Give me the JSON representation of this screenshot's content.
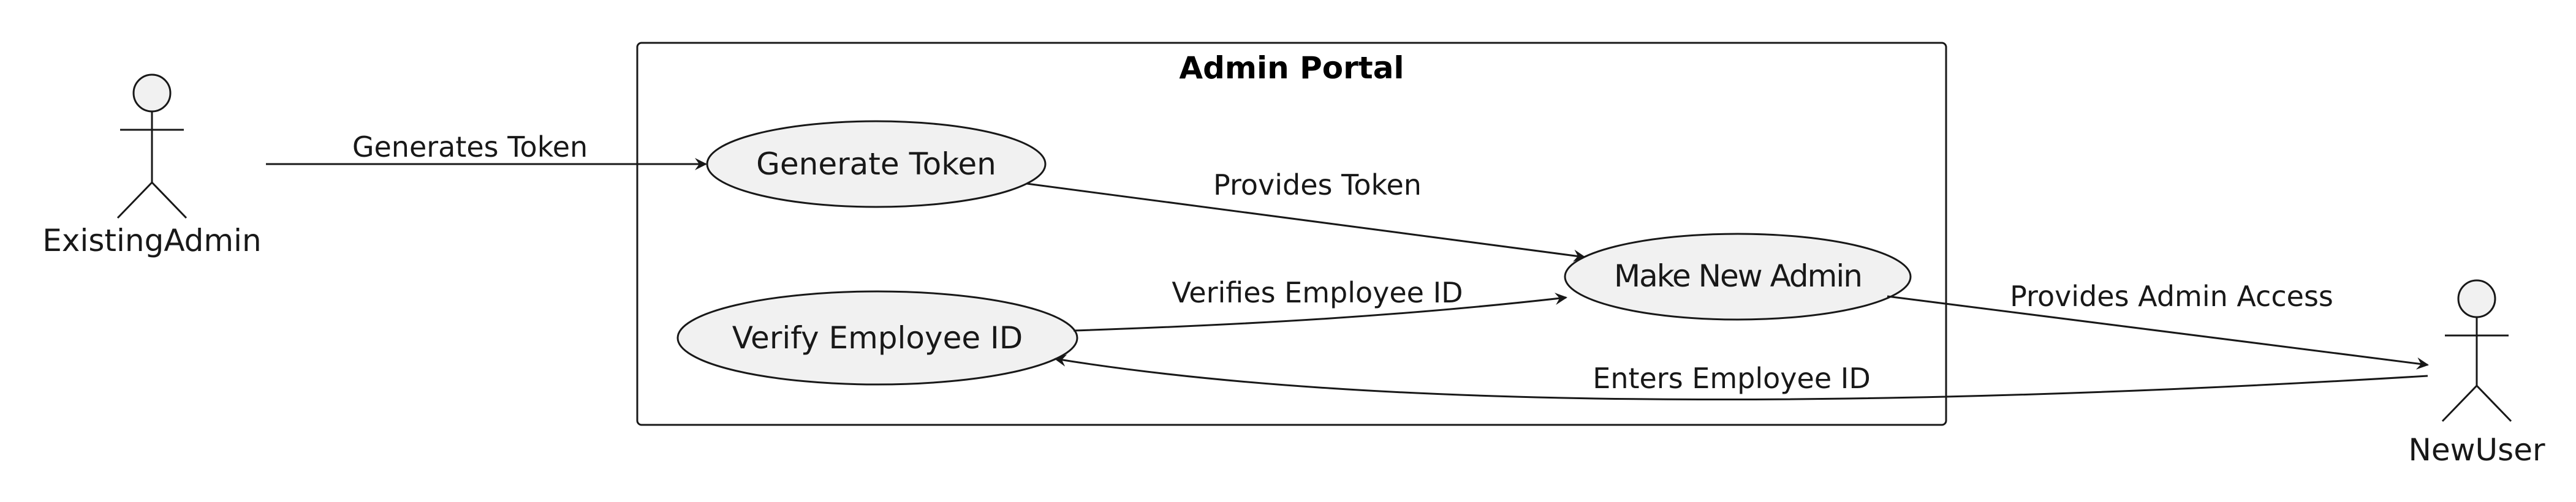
{
  "system": {
    "title": "Admin Portal"
  },
  "actors": {
    "existing_admin": {
      "label": "ExistingAdmin"
    },
    "new_user": {
      "label": "NewUser"
    }
  },
  "use_cases": {
    "generate_token": {
      "label": "Generate Token"
    },
    "make_new_admin": {
      "label": "Make New Admin"
    },
    "verify_employee_id": {
      "label": "Verify Employee ID"
    }
  },
  "relations": {
    "generates_token": {
      "label": "Generates Token",
      "from": "ExistingAdmin",
      "to": "Generate Token"
    },
    "provides_token": {
      "label": "Provides Token",
      "from": "Generate Token",
      "to": "Make New Admin"
    },
    "verifies_employee_id": {
      "label": "Verifies Employee ID",
      "from": "Verify Employee ID",
      "to": "Make New Admin"
    },
    "provides_admin_access": {
      "label": "Provides Admin Access",
      "from": "Make New Admin",
      "to": "NewUser"
    },
    "enters_employee_id": {
      "label": "Enters Employee ID",
      "from": "NewUser",
      "to": "Verify Employee ID"
    }
  },
  "colors": {
    "line": "#181818",
    "use_case_fill": "#F1F1F1",
    "actor_fill": "#F1F1F1",
    "background": "#FFFFFF"
  }
}
